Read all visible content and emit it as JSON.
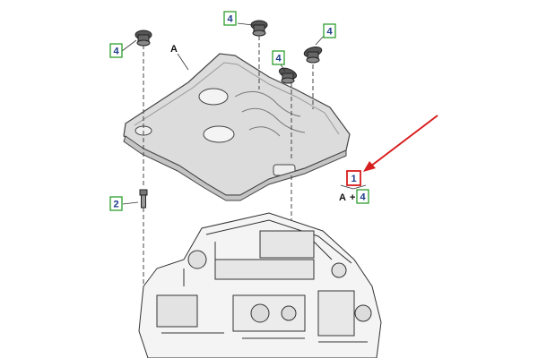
{
  "callouts": {
    "clip_left": "4",
    "clip_top": "4",
    "clip_right": "4",
    "clip_mid": "4",
    "bolt": "2",
    "highlight": "1",
    "formula_qty": "4"
  },
  "labels": {
    "cover": "A",
    "formula_letter": "A",
    "formula_op": "+"
  },
  "colors": {
    "callout_border": "#2e9e2e",
    "callout_text": "#1a3a8a",
    "highlight_box": "#d81e1e",
    "arrow": "#d81e1e",
    "cover_fill": "#d9d9d9",
    "line": "#333333"
  },
  "icons": {
    "arrow": "red-pointer-arrow",
    "clip": "rubber-grommet-icon",
    "bolt": "stud-bolt-icon"
  }
}
